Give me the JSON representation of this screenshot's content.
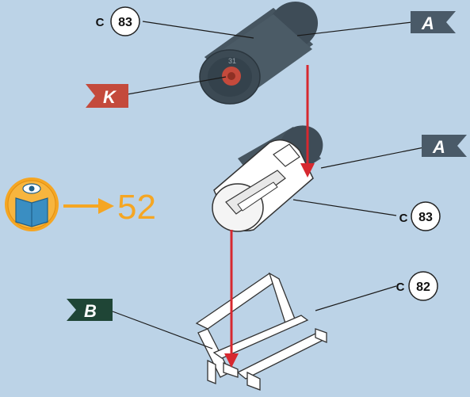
{
  "colors": {
    "background": "#bcd3e7",
    "flag_a": "#4a5a68",
    "flag_k": "#c44a3c",
    "flag_b": "#1f4536",
    "cylinder_dark": "#465560",
    "arrow_red": "#d7282f",
    "page_ref_orange": "#f5a623",
    "book_blue": "#3a8ec2"
  },
  "callouts": [
    {
      "prefix": "C",
      "number": "83"
    },
    {
      "prefix": "C",
      "number": "83"
    },
    {
      "prefix": "C",
      "number": "82"
    }
  ],
  "flags": [
    {
      "letter": "A"
    },
    {
      "letter": "K"
    },
    {
      "letter": "A"
    },
    {
      "letter": "B"
    }
  ],
  "page_reference": {
    "icon": "book-eye-icon",
    "page_number": "52"
  },
  "cap_mark": "31"
}
